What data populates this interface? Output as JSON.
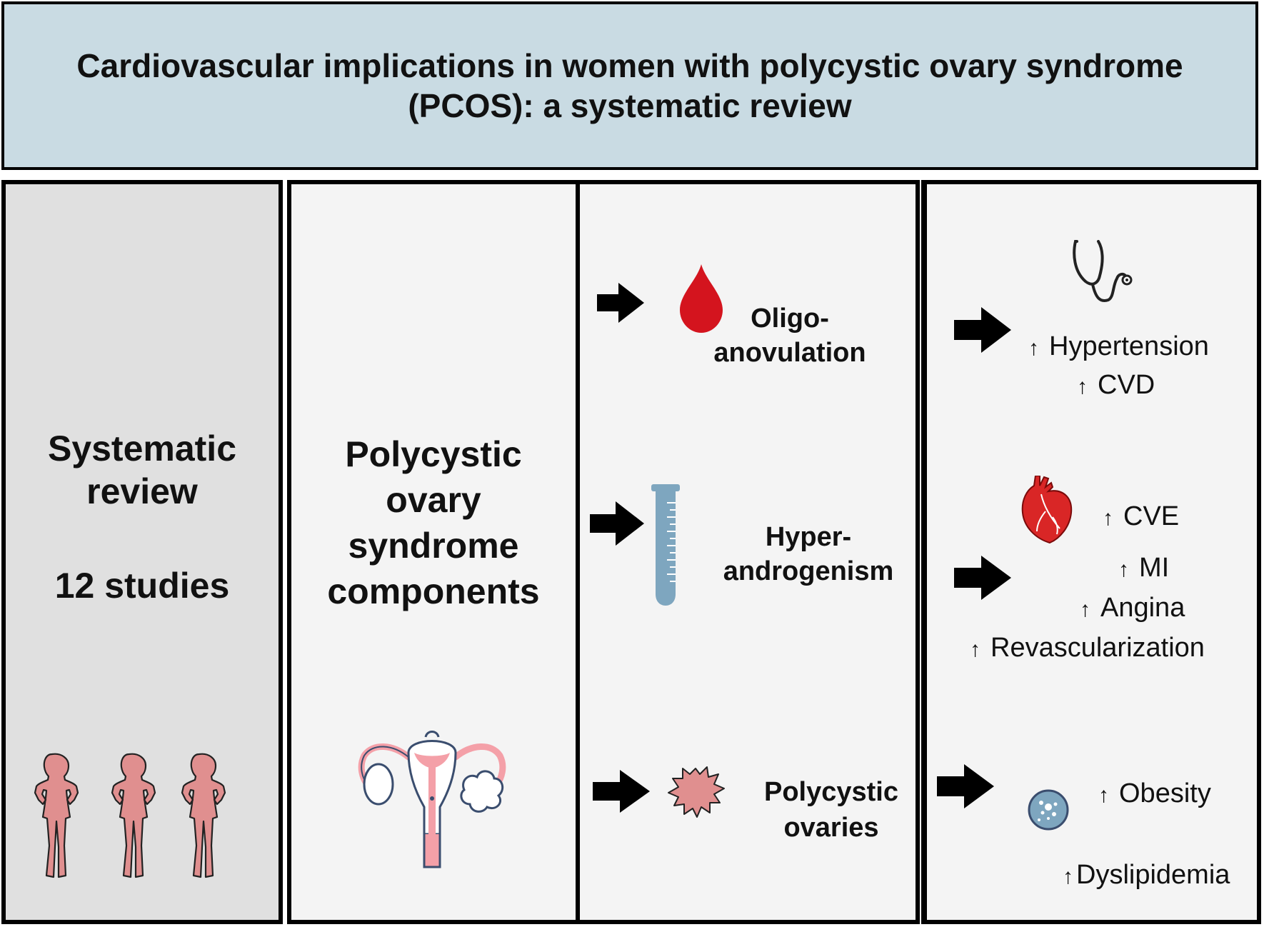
{
  "title_line1": "Cardiovascular implications in women with polycystic ovary syndrome",
  "title_line2": "(PCOS): a systematic review",
  "panel1": {
    "line1": "Systematic",
    "line2": "review",
    "studies": "12 studies"
  },
  "panel2": {
    "lines": [
      "Polycystic",
      "ovary",
      "syndrome",
      "components"
    ]
  },
  "components": [
    {
      "line1": "Oligo-",
      "line2": "anovulation",
      "icon": "blood-drop-icon"
    },
    {
      "line1": "Hyper-",
      "line2": "androgenism",
      "icon": "test-tube-icon"
    },
    {
      "line1": "Polycystic",
      "line2": "ovaries",
      "icon": "ovary-cyst-icon"
    }
  ],
  "outcomes": {
    "group1": [
      "Hypertension",
      "CVD"
    ],
    "group2": [
      "CVE",
      "MI",
      "Angina",
      "Revascularization"
    ],
    "group3": [
      "Obesity",
      "Dyslipidemia"
    ],
    "up_symbol": "↑"
  },
  "colors": {
    "header_bg": "#c9dbe3",
    "panel_bg": "#f4f4f4",
    "panel1_bg": "#e0e0e0",
    "figure_pink": "#e08f8f",
    "blood_red": "#d4141e",
    "tube_blue": "#7ea6bf",
    "heart_red": "#d92626",
    "uterus_pink": "#f4a0a8",
    "outline_blue": "#3a4d6e"
  }
}
